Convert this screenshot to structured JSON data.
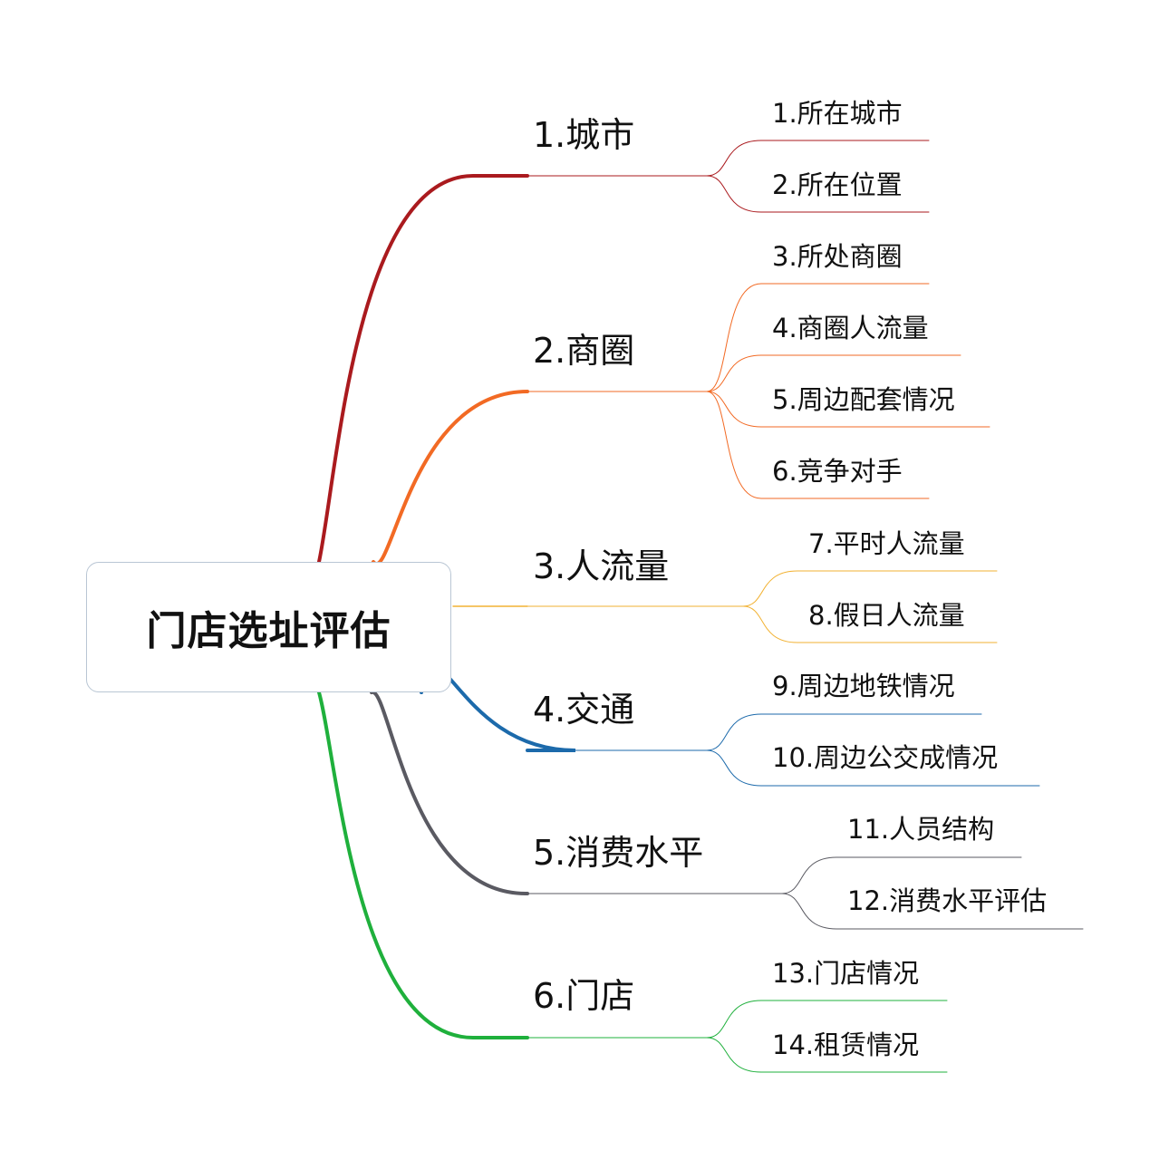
{
  "root": {
    "label": "门店选址评估"
  },
  "branches": [
    {
      "label": "1.城市",
      "color": "#aa1a1e",
      "children": [
        {
          "label": "1.所在城市"
        },
        {
          "label": "2.所在位置"
        }
      ]
    },
    {
      "label": "2.商圈",
      "color": "#f26a24",
      "children": [
        {
          "label": "3.所处商圈"
        },
        {
          "label": "4.商圈人流量"
        },
        {
          "label": "5.周边配套情况"
        },
        {
          "label": "6.竞争对手"
        }
      ]
    },
    {
      "label": "3.人流量",
      "color": "#f2b233",
      "children": [
        {
          "label": "7.平时人流量"
        },
        {
          "label": "8.假日人流量"
        }
      ]
    },
    {
      "label": "4.交通",
      "color": "#1c6aab",
      "children": [
        {
          "label": "9.周边地铁情况"
        },
        {
          "label": "10.周边公交成情况"
        }
      ]
    },
    {
      "label": "5.消费水平",
      "color": "#5a5a62",
      "children": [
        {
          "label": "11.人员结构"
        },
        {
          "label": "12.消费水平评估"
        }
      ]
    },
    {
      "label": "6.门店",
      "color": "#1fb03c",
      "children": [
        {
          "label": "13.门店情况"
        },
        {
          "label": "14.租赁情况"
        }
      ]
    }
  ]
}
